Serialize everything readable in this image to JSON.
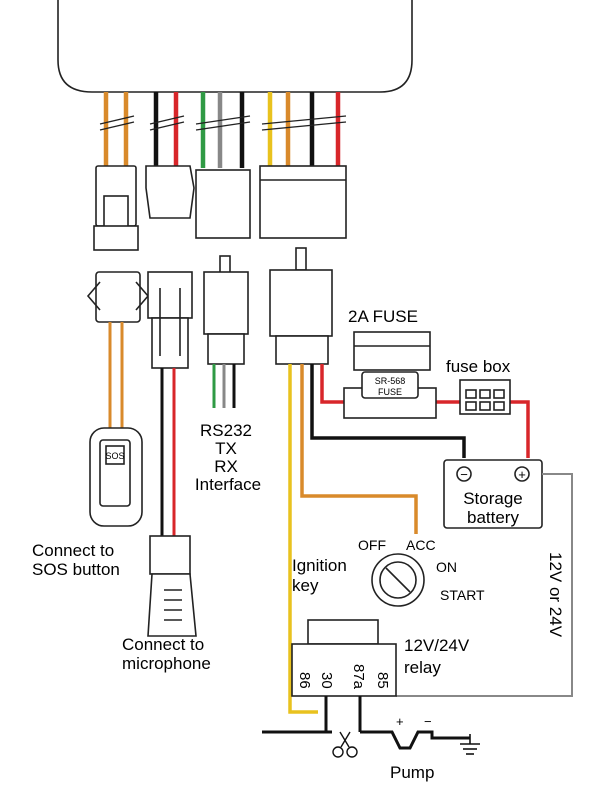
{
  "labels": {
    "fuse_2a": "2A FUSE",
    "fuse_model": "SR-568",
    "fuse_word": "FUSE",
    "fuse_box": "fuse box",
    "battery_minus": "−",
    "battery_plus": "+",
    "battery_line1": "Storage",
    "battery_line2": "battery",
    "rs232_line1": "RS232",
    "rs232_line2": "TX",
    "rs232_line3": "RX",
    "rs232_line4": "Interface",
    "sos_line1": "Connect to",
    "sos_line2": "SOS button",
    "mic_line1": "Connect to",
    "mic_line2": "microphone",
    "ignition_line1": "Ignition",
    "ignition_line2": "key",
    "key_off": "OFF",
    "key_acc": "ACC",
    "key_on": "ON",
    "key_start": "START",
    "relay_line1": "12V/24V",
    "relay_line2": "relay",
    "pin_86": "86",
    "pin_30": "30",
    "pin_87a": "87a",
    "pin_85": "85",
    "supply": "12V or 24V",
    "pump": "Pump",
    "pump_plus": "+",
    "pump_minus": "−"
  },
  "colors": {
    "orange": "#d98a2b",
    "red": "#d8262a",
    "black": "#111111",
    "green": "#2f9a44",
    "yellow": "#e9c21e",
    "gray": "#888888",
    "outline": "#222222"
  }
}
